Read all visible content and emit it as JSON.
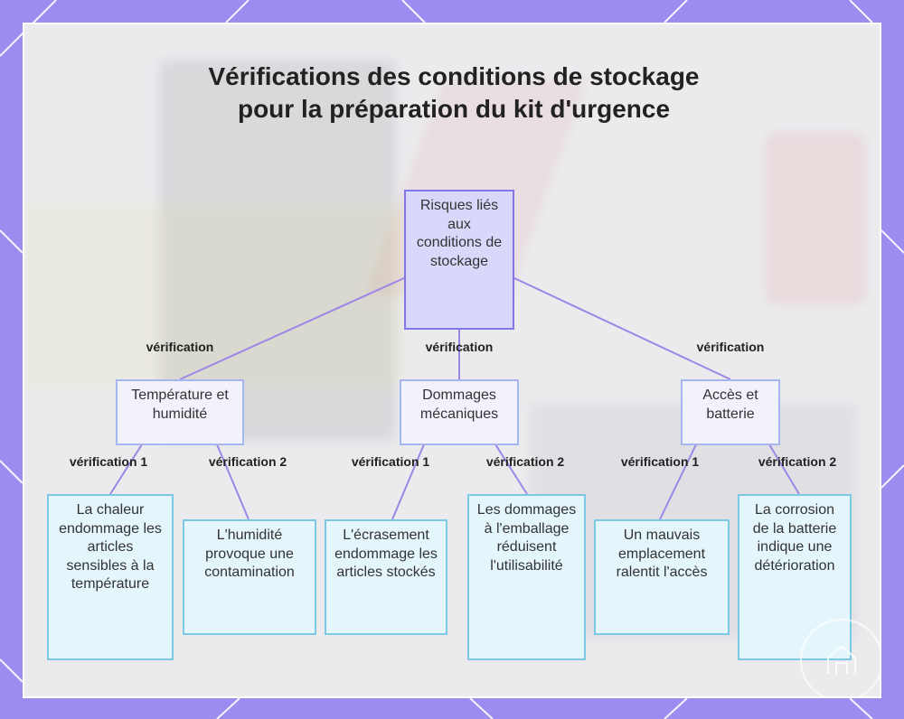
{
  "title": "Vérifications des conditions de stockage pour la préparation du kit d'urgence",
  "colors": {
    "frame": "#9d8cf0",
    "edge": "#9b87e6",
    "root_fill": "#d8d8fb",
    "mid_fill": "#f1f2fb",
    "leaf_fill": "#e4f6fb"
  },
  "root": {
    "label": "Risques liés aux conditions de stockage"
  },
  "categories": [
    {
      "label": "Température et humidité",
      "edge_label": "vérification",
      "children": [
        {
          "label": "La chaleur endommage les articles sensibles à la température",
          "edge_label": "vérification 1"
        },
        {
          "label": "L'humidité provoque une contamination",
          "edge_label": "vérification 2"
        }
      ]
    },
    {
      "label": "Dommages mécaniques",
      "edge_label": "vérification",
      "children": [
        {
          "label": "L'écrasement endommage les articles stockés",
          "edge_label": "vérification 1"
        },
        {
          "label": "Les dommages à l'emballage réduisent l'utilisabilité",
          "edge_label": "vérification 2"
        }
      ]
    },
    {
      "label": "Accès et batterie",
      "edge_label": "vérification",
      "children": [
        {
          "label": "Un mauvais emplacement ralentit l'accès",
          "edge_label": "vérification 1"
        },
        {
          "label": "La corrosion de la batterie indique une détérioration",
          "edge_label": "vérification 2"
        }
      ]
    }
  ],
  "badge": {
    "icon": "house-logo-icon"
  }
}
